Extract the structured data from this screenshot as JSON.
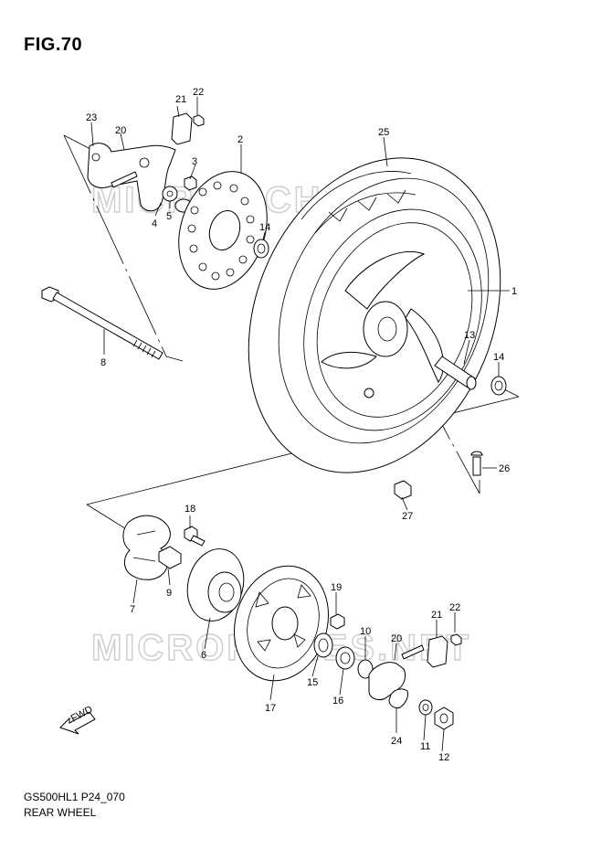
{
  "figure": {
    "title": "FIG.70",
    "code": "GS500HL1 P24_070",
    "name": "REAR WHEEL"
  },
  "watermarks": [
    "MICROFICHES.NET",
    "MICROFICHES.NET"
  ],
  "fwd_label": "FWD",
  "callouts": {
    "p1": "1",
    "p2": "2",
    "p3": "3",
    "p4": "4",
    "p5": "5",
    "p6": "6",
    "p7": "7",
    "p8": "8",
    "p9": "9",
    "p10": "10",
    "p11": "11",
    "p12": "12",
    "p13": "13",
    "p14a": "14",
    "p14b": "14",
    "p15": "15",
    "p16": "16",
    "p17": "17",
    "p18": "18",
    "p19": "19",
    "p20a": "20",
    "p20b": "20",
    "p21a": "21",
    "p21b": "21",
    "p22a": "22",
    "p22b": "22",
    "p23": "23",
    "p24": "24",
    "p25": "25",
    "p26": "26",
    "p27": "27"
  }
}
